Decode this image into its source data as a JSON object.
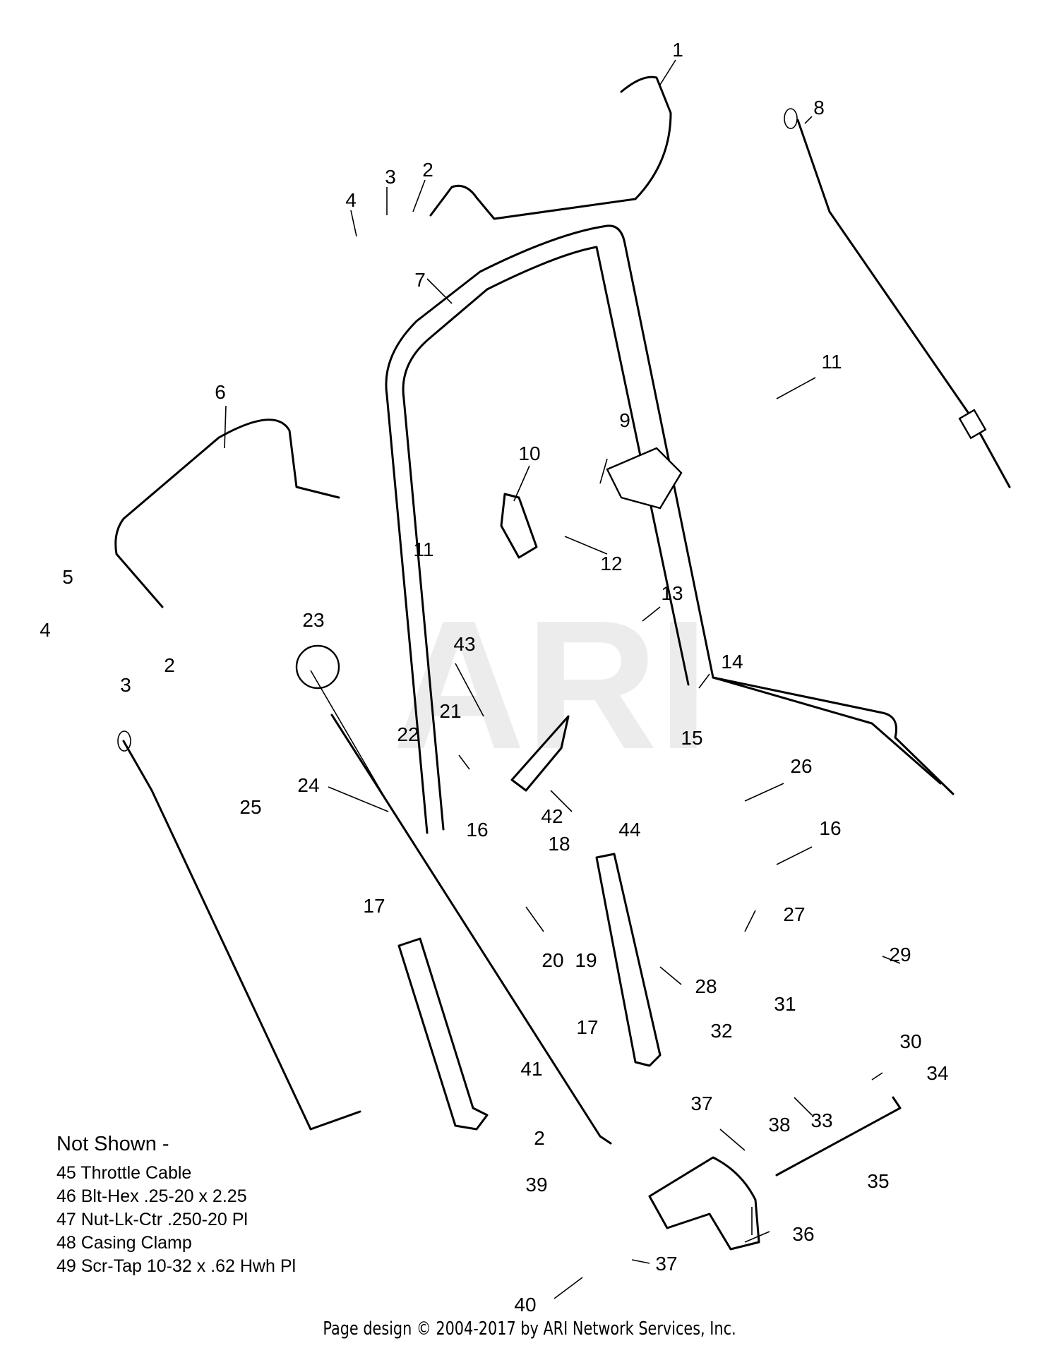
{
  "watermark": "ARI",
  "callouts": [
    "1",
    "2",
    "3",
    "4",
    "2",
    "3",
    "4",
    "5",
    "6",
    "7",
    "8",
    "9",
    "10",
    "11",
    "11",
    "12",
    "13",
    "14",
    "15",
    "43",
    "21",
    "22",
    "23",
    "24",
    "25",
    "16",
    "42",
    "44",
    "26",
    "16",
    "27",
    "18",
    "19",
    "20",
    "28",
    "17",
    "17",
    "29",
    "31",
    "30",
    "32",
    "34",
    "41",
    "2",
    "37",
    "38",
    "33",
    "35",
    "39",
    "36",
    "37",
    "40"
  ],
  "not_shown": {
    "title": "Not Shown -",
    "items": [
      "45 Throttle Cable",
      "46 Blt-Hex .25-20 x 2.25",
      "47 Nut-Lk-Ctr .250-20 Pl",
      "48 Casing Clamp",
      "49 Scr-Tap 10-32 x .62 Hwh Pl"
    ]
  },
  "footer": "Page design © 2004-2017 by ARI Network Services, Inc."
}
